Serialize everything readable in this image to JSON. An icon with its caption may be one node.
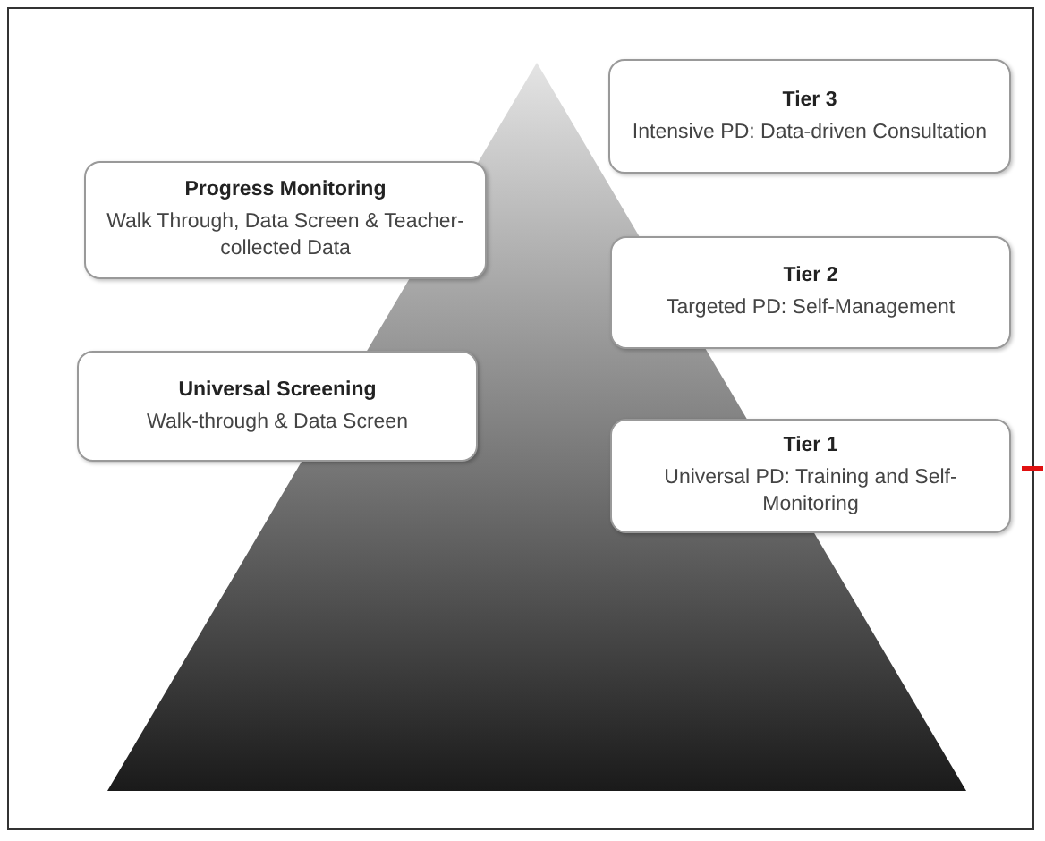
{
  "diagram": {
    "nodes": [
      {
        "text": [
          "Tier 3",
          "Intensive PD: Data-driven Consultation"
        ]
      },
      {
        "text": [
          "Progress Monitoring",
          "Walk Through, Data Screen & Teacher-collected Data"
        ]
      },
      {
        "text": [
          "Tier 2",
          "Targeted PD: Self-Management"
        ]
      },
      {
        "text": [
          "Universal Screening",
          "Walk-through & Data Screen"
        ]
      },
      {
        "text": [
          "Tier 1",
          "Universal PD: Training and Self-Monitoring"
        ]
      }
    ]
  }
}
